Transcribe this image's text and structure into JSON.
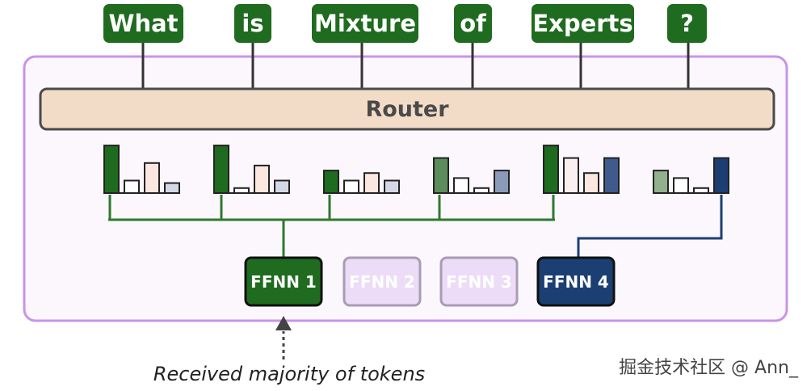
{
  "tokens": [
    "What",
    "is",
    "Mixture",
    "of",
    "Experts",
    "?"
  ],
  "router": {
    "label": "Router"
  },
  "experts": [
    {
      "label": "FFNN 1",
      "state": "selected-majority"
    },
    {
      "label": "FFNN 2",
      "state": "inactive"
    },
    {
      "label": "FFNN 3",
      "state": "inactive"
    },
    {
      "label": "FFNN 4",
      "state": "selected"
    }
  ],
  "routing": [
    {
      "token": "What",
      "expert": "FFNN 1",
      "probabilities": [
        0.95,
        0.25,
        0.6,
        0.2
      ]
    },
    {
      "token": "is",
      "expert": "FFNN 1",
      "probabilities": [
        0.95,
        0.1,
        0.55,
        0.25
      ]
    },
    {
      "token": "Mixture",
      "expert": "FFNN 1",
      "probabilities": [
        0.45,
        0.25,
        0.4,
        0.25
      ]
    },
    {
      "token": "of",
      "expert": "FFNN 1",
      "probabilities": [
        0.7,
        0.3,
        0.1,
        0.45
      ]
    },
    {
      "token": "Experts",
      "expert": "FFNN 1",
      "probabilities": [
        0.95,
        0.7,
        0.4,
        0.7
      ]
    },
    {
      "token": "?",
      "expert": "FFNN 4",
      "probabilities": [
        0.45,
        0.3,
        0.1,
        0.7
      ]
    }
  ],
  "annotation": {
    "text": "Received majority of tokens",
    "points_to": "FFNN 1"
  },
  "watermark": "掘金技术社区 @ Ann_",
  "colors": {
    "token_bg": "#1f6b1f",
    "container_border": "#c994e8",
    "container_bg": "#fcf7fd",
    "router_bg": "#f2dcc8",
    "router_border": "#4a4a4a",
    "ffnn1": "#1f6b1f",
    "ffnn4": "#1c3f73",
    "inactive_bg": "#ecdcf7",
    "inactive_border": "#a89cb4",
    "green_line": "#2d7a2d",
    "blue_line": "#1c3f73"
  }
}
